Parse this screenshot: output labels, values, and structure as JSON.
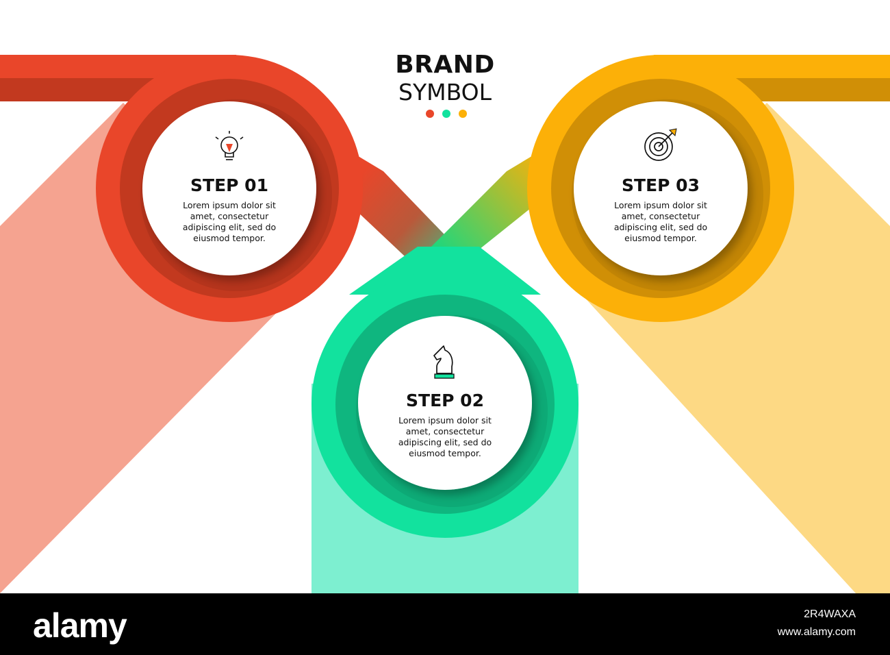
{
  "brand": {
    "line1": "BRAND",
    "line2": "SYMBOL"
  },
  "colors": {
    "red": "#E9462A",
    "red_shade": "#F5A390",
    "green": "#12E29E",
    "green_shade": "#7DEFD0",
    "yellow": "#FCB008",
    "yellow_shade": "#FDD984",
    "dot_red": "#E9462A",
    "dot_green": "#12E29E",
    "dot_yellow": "#FCB008"
  },
  "steps": [
    {
      "title": "STEP 01",
      "text": "Lorem ipsum dolor sit amet, consectetur adipiscing elit, sed do eiusmod tempor.",
      "icon": "lightbulb-icon"
    },
    {
      "title": "STEP 02",
      "text": "Lorem ipsum dolor sit amet, consectetur adipiscing elit, sed do eiusmod tempor.",
      "icon": "chess-knight-icon"
    },
    {
      "title": "STEP 03",
      "text": "Lorem ipsum dolor sit amet, consectetur adipiscing elit, sed do eiusmod tempor.",
      "icon": "target-icon"
    }
  ],
  "footer": {
    "logo": "alamy",
    "image_id": "2R4WAXA",
    "site": "www.alamy.com"
  }
}
